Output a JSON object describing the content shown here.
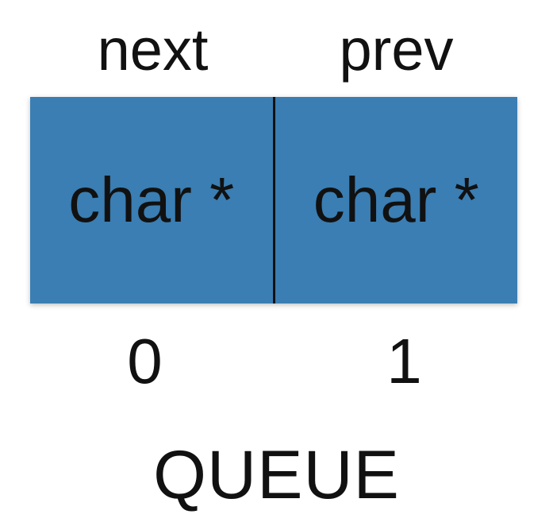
{
  "fields": [
    {
      "name": "next",
      "type": "char *",
      "index": "0"
    },
    {
      "name": "prev",
      "type": "char *",
      "index": "1"
    }
  ],
  "struct_title": "QUEUE",
  "colors": {
    "box_fill": "#3a7eb3",
    "divider": "#111111",
    "text": "#111111"
  }
}
